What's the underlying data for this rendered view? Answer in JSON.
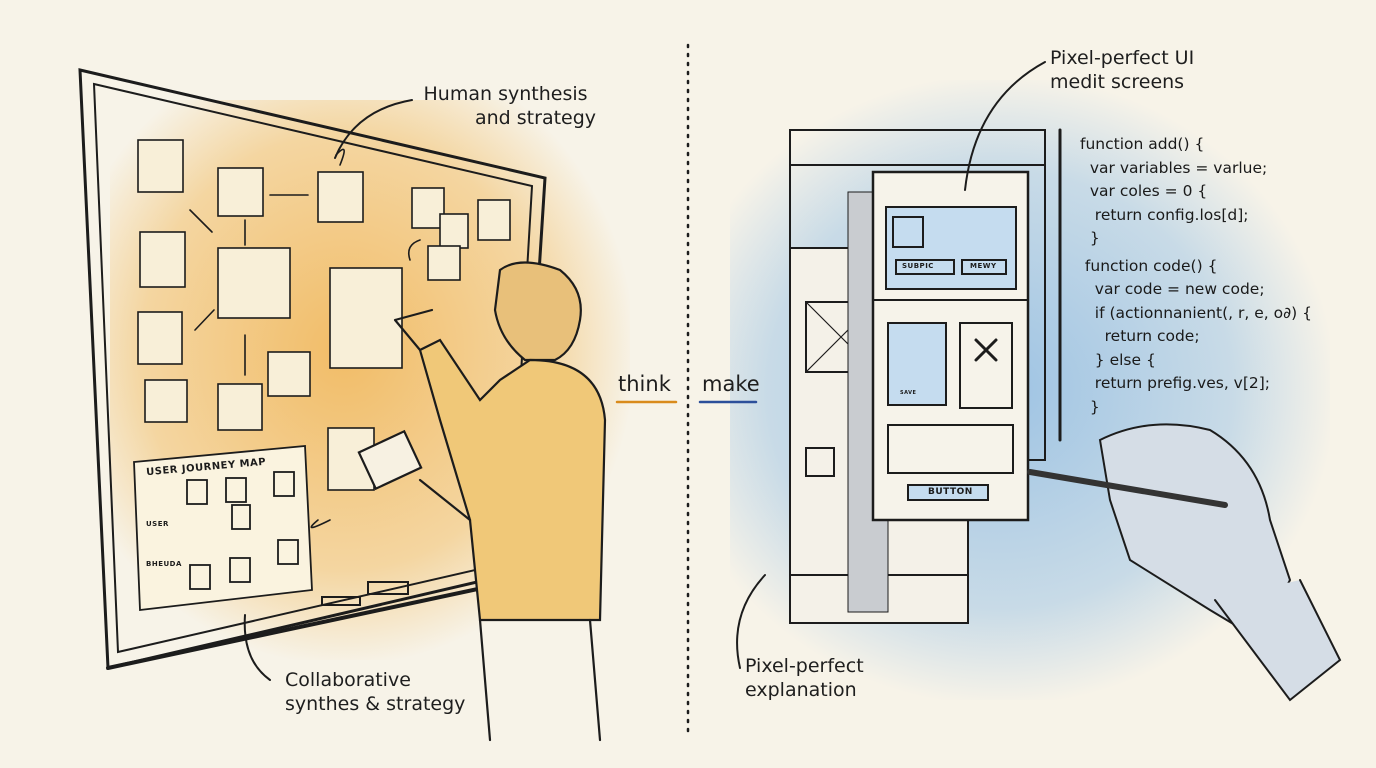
{
  "colors": {
    "background": "#f7f3e8",
    "warm_wash": "#f0b24a",
    "cool_wash": "#8fbde6",
    "ink": "#1c1c1c",
    "think_underline": "#d98b1c",
    "make_underline": "#2c4f9a"
  },
  "left": {
    "callout_top": [
      "Human synthesis",
      "and strategy"
    ],
    "callout_bottom": [
      "Collaborative",
      "synthes & strategy"
    ],
    "journey_map": {
      "title": "USER JOURNEY MAP",
      "row1": "USER",
      "row2": "BHEUDA"
    }
  },
  "center": {
    "think": "think",
    "make": "make"
  },
  "right": {
    "callout_top": [
      "Pixel-perfect UI",
      "medit screens"
    ],
    "callout_bottom": [
      "Pixel-perfect",
      "explanation"
    ],
    "wireframe": {
      "button1": "SUBPIC",
      "button2": "MEWY",
      "small_button": "SAVE",
      "main_button": "BUTTON"
    },
    "code_lines": [
      "function add() {",
      "  var variables = varlue;",
      "  var coles = 0 {",
      "   return config.los[d];",
      "  }",
      " function code() {",
      "   var code = new code;",
      "   if (actionnanient(, r, e, o∂) {",
      "     return code;",
      "   } else {",
      "   return prefig.ves, v[2];",
      "  }"
    ]
  }
}
